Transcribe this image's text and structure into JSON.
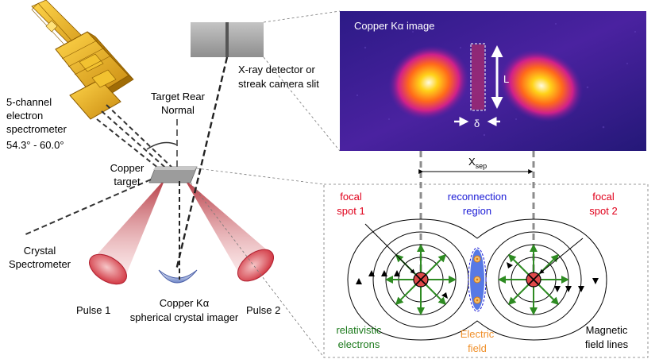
{
  "labels": {
    "spectrometer": [
      "5-channel",
      "electron",
      "spectrometer",
      "54.3°   -   60.0°"
    ],
    "target_rear_normal": [
      "Target Rear",
      "Normal"
    ],
    "copper_target": [
      "Copper",
      "target"
    ],
    "crystal_spectrometer": [
      "Crystal",
      "Spectrometer"
    ],
    "detector": [
      "X-ray detector or",
      "streak camera slit"
    ],
    "pulse1": "Pulse 1",
    "pulse2": "Pulse 2",
    "imager": [
      "Copper Kα",
      "spherical crystal imager"
    ]
  },
  "image_panel": {
    "title": "Copper Kα image",
    "length_label": "L",
    "width_label": "δ"
  },
  "separation": {
    "label": "X",
    "subscript": "sep"
  },
  "field_panel": {
    "focal_spot_1": [
      "focal",
      "spot 1"
    ],
    "focal_spot_2": [
      "focal",
      "spot 2"
    ],
    "reconnection": [
      "reconnection",
      "region"
    ],
    "relativistic": [
      "relativistic",
      "electrons"
    ],
    "electric": [
      "Electric",
      "field"
    ],
    "magnetic": [
      "Magnetic",
      "field lines"
    ]
  },
  "colors": {
    "red_label": "#e0001b",
    "blue_label": "#1a1ad6",
    "green_label": "#1c7a1c",
    "orange_label": "#f0902a",
    "electron_arrow": "#2e8b22",
    "laser": "#c0303a",
    "image_bg": "#3a1f8f",
    "target": "#a8a8a8",
    "spectrometer_body": "#e8a820"
  }
}
